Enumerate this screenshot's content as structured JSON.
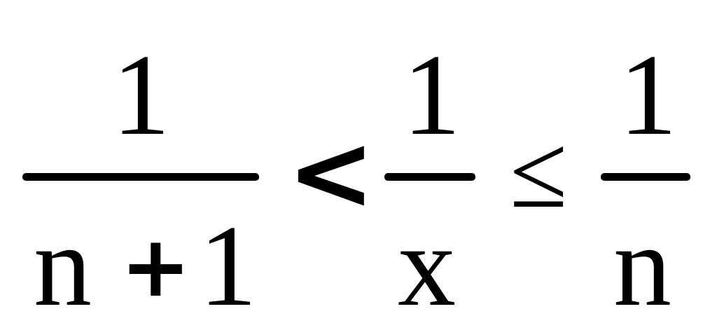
{
  "formula": {
    "left_fraction": {
      "numerator": "1",
      "denominator": {
        "n": "n",
        "plus": "+",
        "one": "1"
      }
    },
    "operator_less": "<",
    "middle_fraction": {
      "numerator": "1",
      "denominator": "x"
    },
    "operator_less_equal": "≤",
    "right_fraction": {
      "numerator": "1",
      "denominator": "n"
    }
  }
}
